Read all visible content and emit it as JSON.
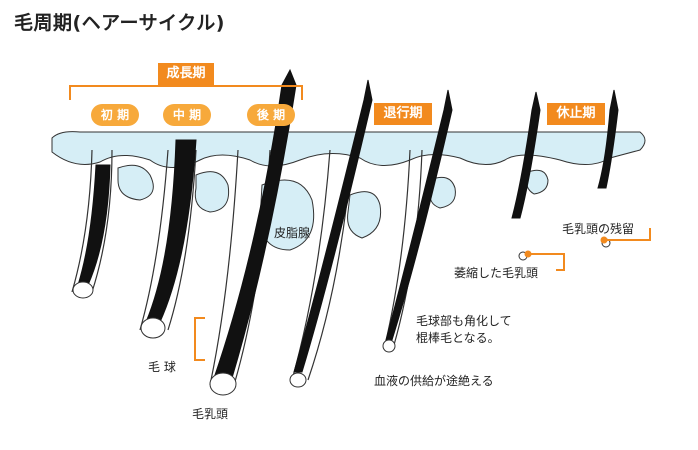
{
  "title": "毛周期(ヘアーサイクル)",
  "stages": {
    "growth": "成長期",
    "early": "初 期",
    "middle": "中 期",
    "late": "後 期",
    "regression": "退行期",
    "rest": "休止期"
  },
  "labels": {
    "sebaceous_gland": "皮脂腺",
    "hair_bulb": "毛 球",
    "papilla": "毛乳頭",
    "keratin_line1": "毛球部も角化して",
    "keratin_line2": "棍棒毛となる。",
    "blood_supply": "血液の供給が途絶える",
    "shrunk_papilla": "萎縮した毛乳頭",
    "remaining_papilla": "毛乳頭の残留"
  },
  "colors": {
    "orange": "#f28a1e",
    "pill_orange": "#f7a93b",
    "skin_blue": "#d6eef6",
    "outline": "#333333"
  }
}
